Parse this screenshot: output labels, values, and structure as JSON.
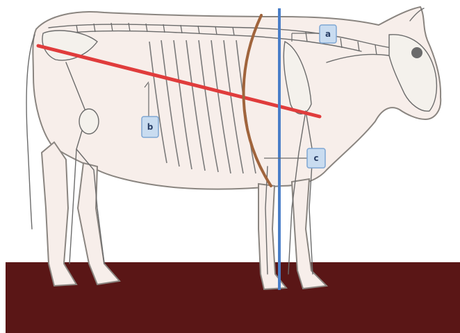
{
  "markers": {
    "a": {
      "label": "a",
      "color": "#c9dcf0"
    },
    "b": {
      "label": "b",
      "color": "#c9dcf0"
    },
    "c": {
      "label": "c",
      "color": "#c9dcf0"
    }
  },
  "measure_lines": {
    "body_length": {
      "color": "#e03c3c"
    },
    "heart_girth": {
      "color": "#a0643c"
    },
    "withers_height": {
      "color": "#4a7ec8"
    }
  },
  "ground": {
    "color": "#5a1616"
  },
  "body_color": "#f7eeea",
  "bone_color": "#6b6b6b"
}
